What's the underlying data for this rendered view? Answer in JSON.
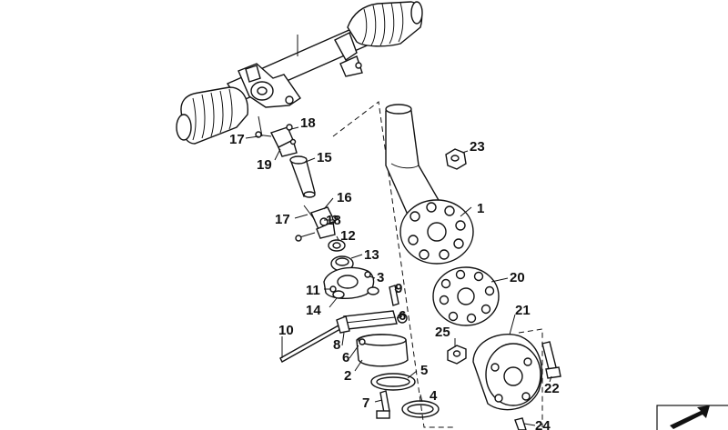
{
  "diagram": {
    "callouts": [
      {
        "id": "c1",
        "label": "1"
      },
      {
        "id": "c2",
        "label": "2"
      },
      {
        "id": "c3",
        "label": "3"
      },
      {
        "id": "c4",
        "label": "4"
      },
      {
        "id": "c5",
        "label": "5"
      },
      {
        "id": "c6a",
        "label": "6"
      },
      {
        "id": "c6b",
        "label": "6"
      },
      {
        "id": "c7",
        "label": "7"
      },
      {
        "id": "c8",
        "label": "8"
      },
      {
        "id": "c9",
        "label": "9"
      },
      {
        "id": "c10",
        "label": "10"
      },
      {
        "id": "c11",
        "label": "11"
      },
      {
        "id": "c12",
        "label": "12"
      },
      {
        "id": "c13",
        "label": "13"
      },
      {
        "id": "c14",
        "label": "14"
      },
      {
        "id": "c15",
        "label": "15"
      },
      {
        "id": "c16",
        "label": "16"
      },
      {
        "id": "c17a",
        "label": "17"
      },
      {
        "id": "c17b",
        "label": "17"
      },
      {
        "id": "c18a",
        "label": "18"
      },
      {
        "id": "c18b",
        "label": "18"
      },
      {
        "id": "c19",
        "label": "19"
      },
      {
        "id": "c20",
        "label": "20"
      },
      {
        "id": "c21",
        "label": "21"
      },
      {
        "id": "c22",
        "label": "22"
      },
      {
        "id": "c23",
        "label": "23"
      },
      {
        "id": "c24",
        "label": "24"
      },
      {
        "id": "c25",
        "label": "25"
      }
    ],
    "icons": {
      "corner_badge": "navigate-arrow-icon"
    }
  }
}
